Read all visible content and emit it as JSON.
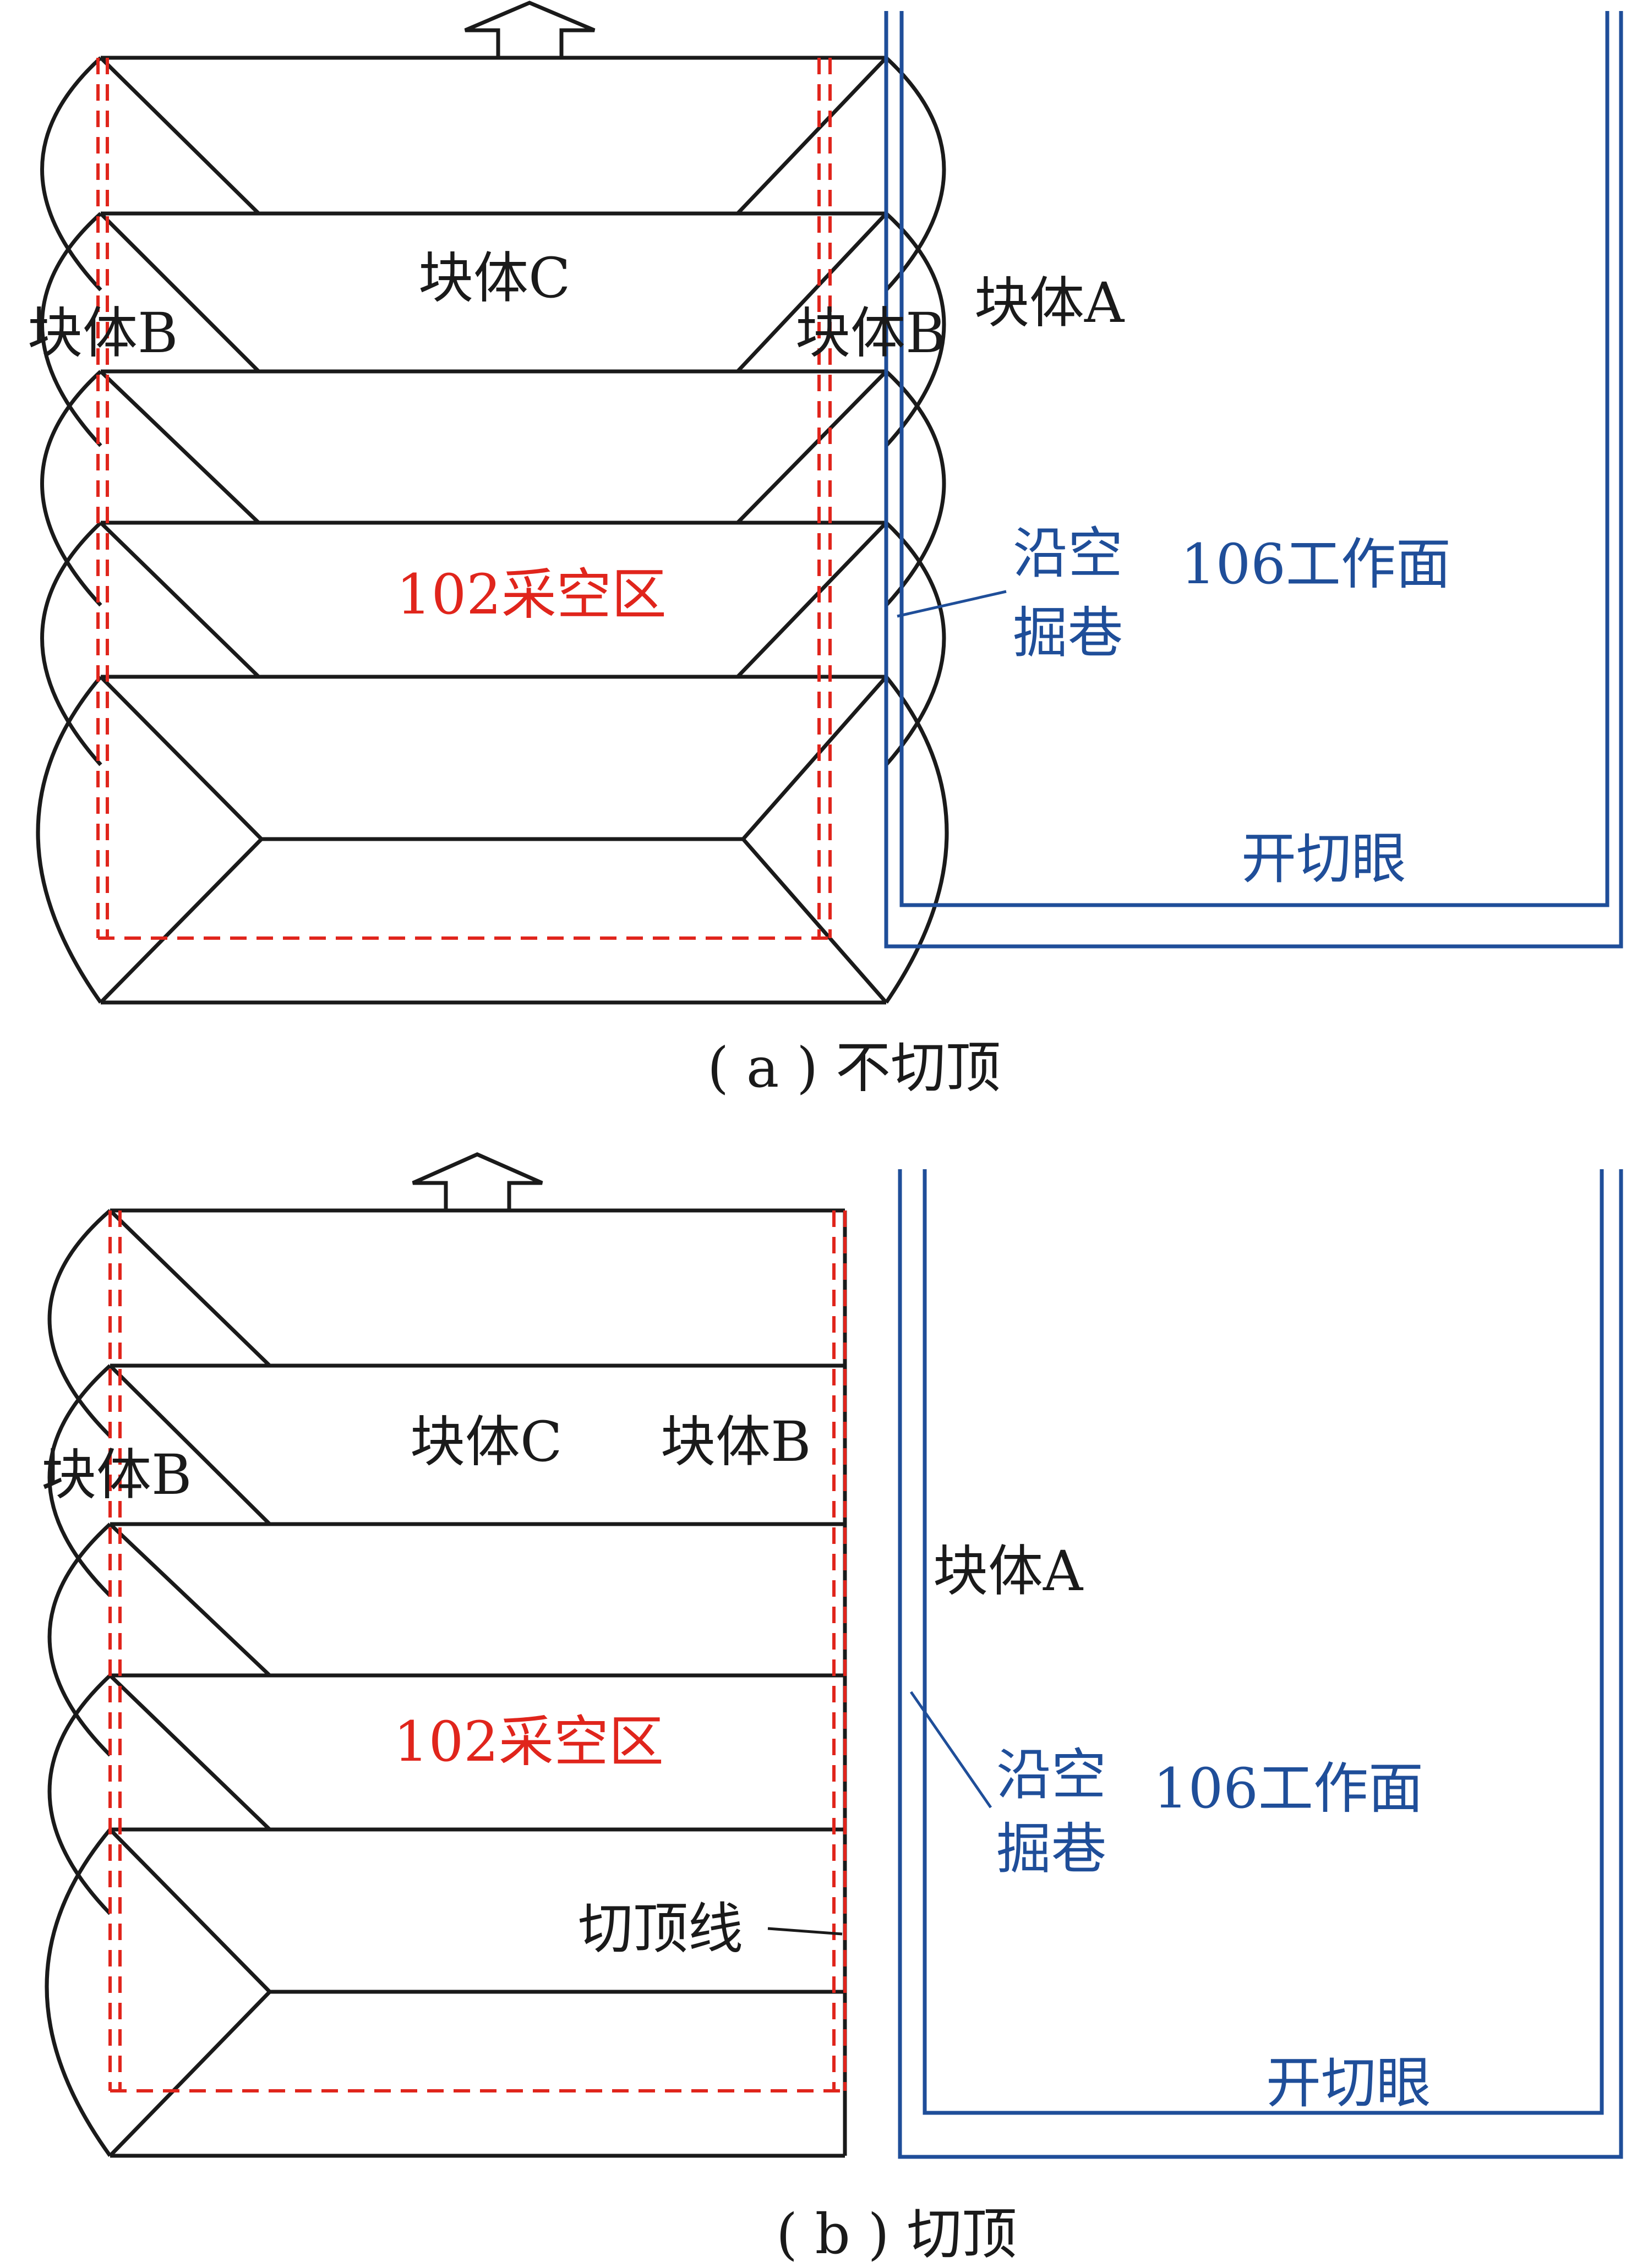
{
  "colors": {
    "black": "#1a1a1a",
    "red": "#e0251c",
    "blue": "#1f4e99"
  },
  "panel_a": {
    "caption": "( a ) 不切顶",
    "label_block_c": "块体C",
    "label_block_b_left": "块体B",
    "label_block_b_right": "块体B",
    "label_block_a": "块体A",
    "label_goaf": "102采空区",
    "label_roadway_1": "沿空",
    "label_roadway_2": "掘巷",
    "label_face": "106工作面",
    "label_cut": "开切眼"
  },
  "panel_b": {
    "caption": "( b ) 切顶",
    "label_block_c": "块体C",
    "label_block_b_left": "块体B",
    "label_block_b_right": "块体B",
    "label_block_a": "块体A",
    "label_goaf": "102采空区",
    "label_roadway_1": "沿空",
    "label_roadway_2": "掘巷",
    "label_face": "106工作面",
    "label_cut": "开切眼",
    "label_cut_line": "切顶线"
  }
}
